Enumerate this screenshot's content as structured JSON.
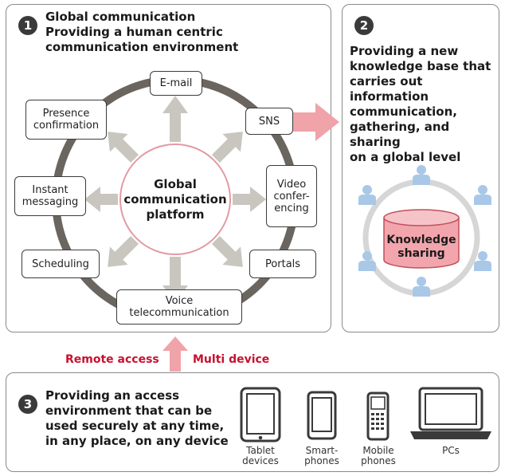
{
  "panel1": {
    "number": "1",
    "heading": "Global communication\nProviding a human centric\ncommunication environment",
    "hub": "Global\ncommunication\nplatform",
    "nodes": {
      "email": "E-mail",
      "sns": "SNS",
      "video": "Video\nconfer-\nencing",
      "portals": "Portals",
      "voice": "Voice\ntelecommunication",
      "scheduling": "Scheduling",
      "instant": "Instant\nmessaging",
      "presence": "Presence\nconfirmation"
    }
  },
  "panel2": {
    "number": "2",
    "heading": "Providing a new\nknowledge base that\ncarries out information\ncommunication,\ngathering, and sharing\non a global level",
    "db_label": "Knowledge\nsharing"
  },
  "access": {
    "remote": "Remote access",
    "multi": "Multi device"
  },
  "panel3": {
    "number": "3",
    "heading": "Providing an access\nenvironment that can be\nused securely at any time,\nin any place, on any device",
    "devices": {
      "tablet": "Tablet\ndevices",
      "smartphone": "Smart-\nphones",
      "mobile": "Mobile\nphones",
      "pc": "PCs"
    }
  },
  "colors": {
    "ring": "#6b6560",
    "arrow_gray": "#c8c6bf",
    "arrow_pink": "#f0a3a8",
    "accent_red": "#c8102e",
    "person_blue": "#a9c8e8",
    "db_pink": "#f2a5ac"
  }
}
